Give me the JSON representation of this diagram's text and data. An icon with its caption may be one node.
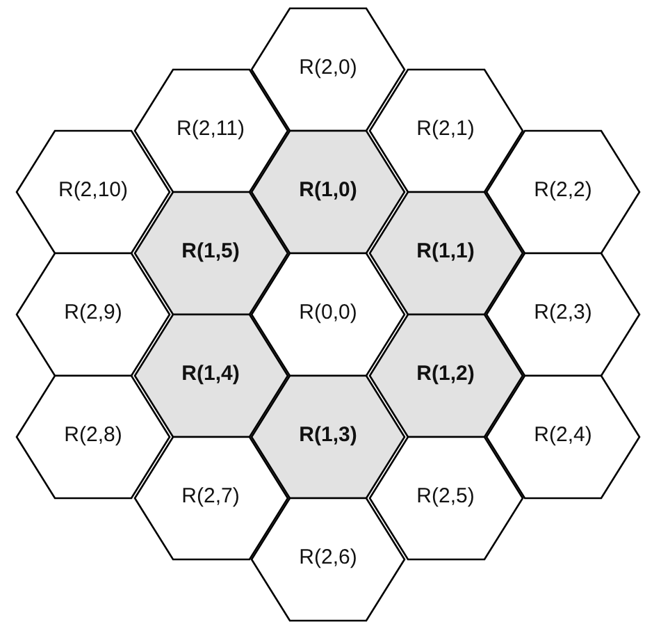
{
  "diagram": {
    "nodes": [
      {
        "text": [
          "R(2,0)"
        ]
      },
      {
        "text": [
          "R(2,11)"
        ]
      },
      {
        "text": [
          "R(2,1)"
        ]
      },
      {
        "text": [
          "R(2,10)"
        ]
      },
      {
        "text": [
          "R(1,0)"
        ]
      },
      {
        "text": [
          "R(2,2)"
        ]
      },
      {
        "text": [
          "R(1,5)"
        ]
      },
      {
        "text": [
          "R(1,1)"
        ]
      },
      {
        "text": [
          "R(2,9)"
        ]
      },
      {
        "text": [
          "R(0,0)"
        ]
      },
      {
        "text": [
          "R(2,3)"
        ]
      },
      {
        "text": [
          "R(1,4)"
        ]
      },
      {
        "text": [
          "R(1,2)"
        ]
      },
      {
        "text": [
          "R(2,8)"
        ]
      },
      {
        "text": [
          "R(1,3)"
        ]
      },
      {
        "text": [
          "R(2,4)"
        ]
      },
      {
        "text": [
          "R(2,7)"
        ]
      },
      {
        "text": [
          "R(2,5)"
        ]
      },
      {
        "text": [
          "R(2,6)"
        ]
      }
    ]
  }
}
